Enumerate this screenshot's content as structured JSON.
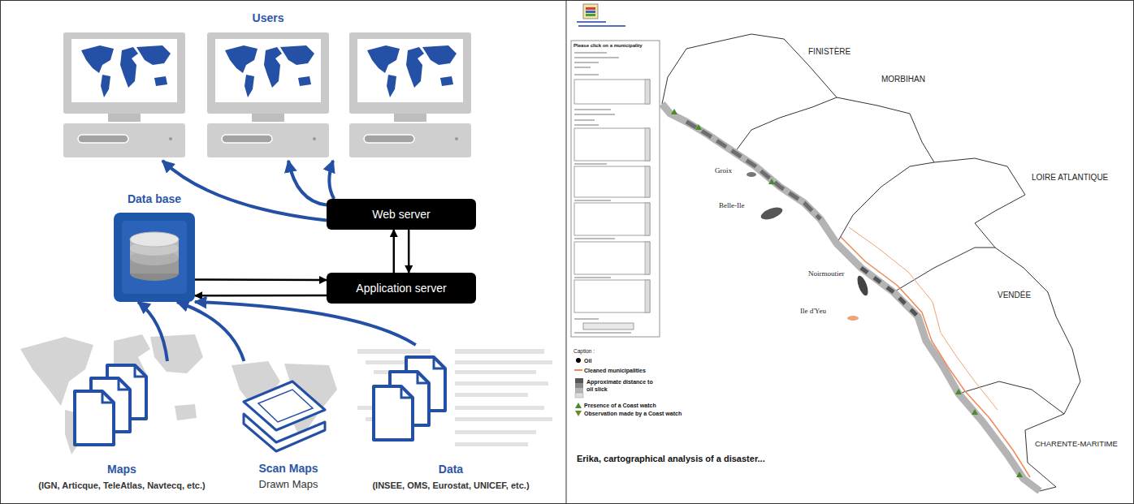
{
  "diagram": {
    "caption": "Erika, cartographical analysis of a disaster...",
    "nodes": [
      {
        "text": [
          "Users"
        ]
      },
      {
        "text": [
          "Web server"
        ]
      },
      {
        "text": [
          "Data base"
        ]
      },
      {
        "text": [
          "Application server"
        ]
      },
      {
        "text": [
          "Maps",
          "(IGN, Articque, TeleAtlas, Navtecq, etc.)"
        ]
      },
      {
        "text": [
          "Scan Maps",
          "Drawn Maps"
        ]
      },
      {
        "text": [
          "Data",
          "(INSEE, OMS, Eurostat, UNICEF, etc.)"
        ]
      }
    ],
    "edges": [
      {
        "from": 1,
        "to": 0,
        "arrow": "to"
      },
      {
        "from": 1,
        "to": 0,
        "arrow": "to"
      },
      {
        "from": 1,
        "to": 0,
        "arrow": "to"
      },
      {
        "from": 3,
        "to": 1,
        "arrow": "to"
      },
      {
        "from": 1,
        "to": 3,
        "arrow": "to"
      },
      {
        "from": 2,
        "to": 3,
        "arrow": "to"
      },
      {
        "from": 3,
        "to": 2,
        "arrow": "to"
      },
      {
        "from": 4,
        "to": 2,
        "arrow": "to"
      },
      {
        "from": 5,
        "to": 2,
        "arrow": "to"
      },
      {
        "from": 6,
        "to": 2,
        "arrow": "to"
      }
    ],
    "labels": [
      "FINISTÈRE",
      "MORBIHAN",
      "LOIRE ATLANTIQUE",
      "VENDÉE",
      "CHARENTE-MARITIME",
      "Groix",
      "Belle-Ile",
      "Noirmoutier",
      "Ile d'Yeu",
      "Please click on a municipality",
      "Caption :"
    ],
    "legend": [
      {
        "text": "Oil"
      },
      {
        "text": "Cleaned municipalities"
      },
      {
        "text": "Approximate distance to oil slick"
      },
      {
        "text": "Presence of a Coast watch"
      },
      {
        "text": "Observation made by a Coast watch"
      }
    ]
  }
}
